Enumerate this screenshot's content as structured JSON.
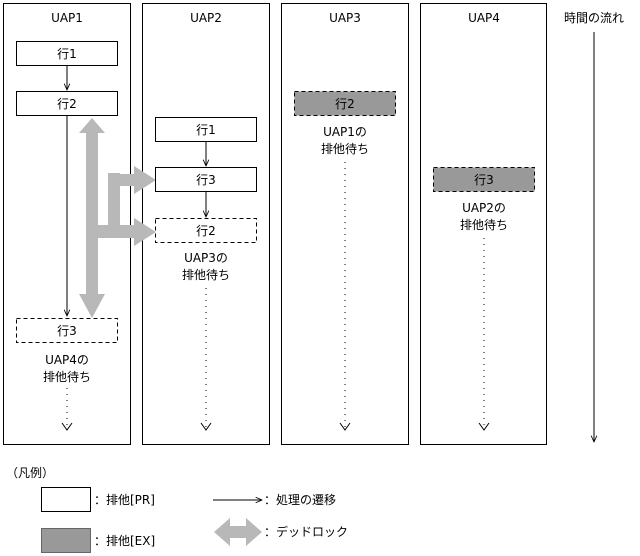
{
  "columns": [
    {
      "title": "UAP1"
    },
    {
      "title": "UAP2"
    },
    {
      "title": "UAP3"
    },
    {
      "title": "UAP4"
    }
  ],
  "time_label": "時間の流れ",
  "uap1": {
    "row1": "行1",
    "row2": "行2",
    "row3": "行3",
    "wait_line1": "UAP4の",
    "wait_line2": "排他待ち"
  },
  "uap2": {
    "row1": "行1",
    "row3": "行3",
    "row2": "行2",
    "wait_line1": "UAP3の",
    "wait_line2": "排他待ち"
  },
  "uap3": {
    "row2": "行2",
    "wait_line1": "UAP1の",
    "wait_line2": "排他待ち"
  },
  "uap4": {
    "row3": "行3",
    "wait_line1": "UAP2の",
    "wait_line2": "排他待ち"
  },
  "legend": {
    "title": "（凡例）",
    "pr_label": "：排他[PR]",
    "ex_label": "：排他[EX]",
    "transition_label": "：処理の遷移",
    "deadlock_label": "：デッドロック"
  },
  "colors": {
    "exclusive_fill": "#999999",
    "deadlock_arrow": "#b8b8b8"
  }
}
